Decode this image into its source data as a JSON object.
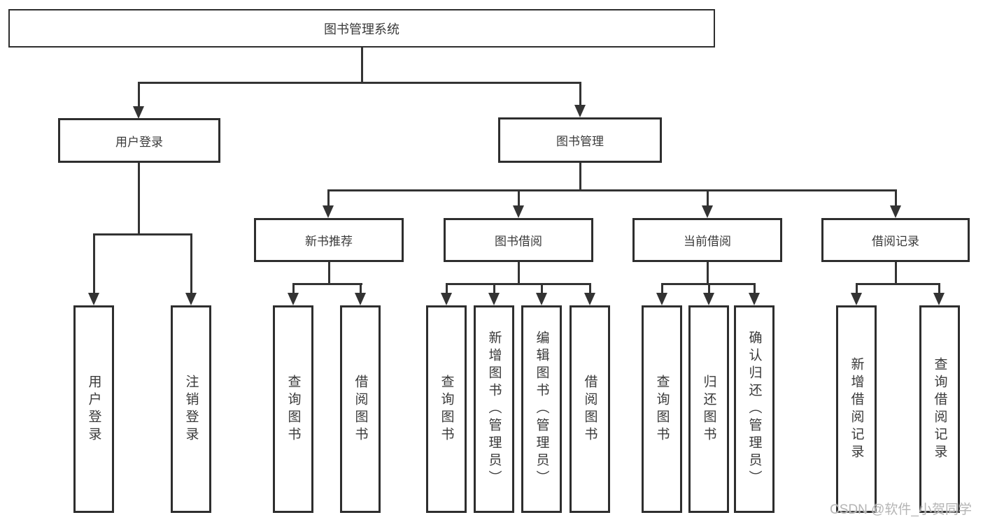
{
  "watermark": {
    "text": "CSDN @软件_小贺同学"
  },
  "colors": {
    "line": "#333333",
    "box_border": "#2e2e2e",
    "text": "#3a3a3a",
    "background": "#ffffff",
    "watermark": "#b5b5b5"
  },
  "tree": {
    "label": "图书管理系统",
    "children": [
      {
        "label": "用户登录",
        "children": [
          {
            "label": "用户登录"
          },
          {
            "label": "注销登录"
          }
        ]
      },
      {
        "label": "图书管理",
        "children": [
          {
            "label": "新书推荐",
            "children": [
              {
                "label": "查询图书"
              },
              {
                "label": "借阅图书"
              }
            ]
          },
          {
            "label": "图书借阅",
            "children": [
              {
                "label": "查询图书"
              },
              {
                "label": "新增图书（管理员）"
              },
              {
                "label": "编辑图书（管理员）"
              },
              {
                "label": "借阅图书"
              }
            ]
          },
          {
            "label": "当前借阅",
            "children": [
              {
                "label": "查询图书"
              },
              {
                "label": "归还图书"
              },
              {
                "label": "确认归还（管理员）"
              }
            ]
          },
          {
            "label": "借阅记录",
            "children": [
              {
                "label": "新增借阅记录"
              },
              {
                "label": "查询借阅记录"
              }
            ]
          }
        ]
      }
    ]
  }
}
